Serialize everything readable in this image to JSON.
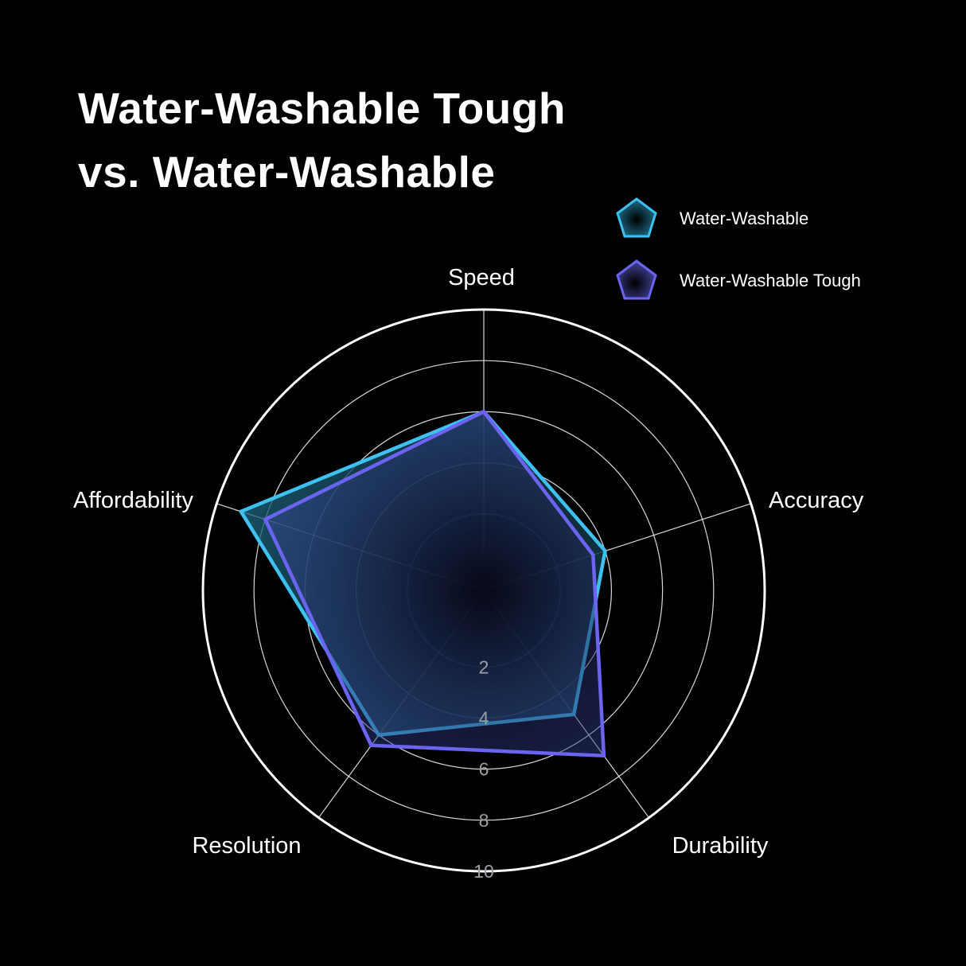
{
  "title": {
    "line1": "Water-Washable Tough",
    "line2": "vs. Water-Washable"
  },
  "legend": [
    {
      "label": "Water-Washable",
      "color": "#3fc1f0",
      "icon": "pentagon-icon"
    },
    {
      "label": "Water-Washable Tough",
      "color": "#6a64f0",
      "icon": "pentagon-icon"
    }
  ],
  "chart_data": {
    "type": "radar",
    "title": "Water-Washable Tough vs. Water-Washable",
    "categories": [
      "Speed",
      "Accuracy",
      "Durability",
      "Resolution",
      "Affordability"
    ],
    "series": [
      {
        "name": "Water-Washable",
        "color": "#3fc1f0",
        "values": [
          6,
          4,
          5,
          6,
          9
        ]
      },
      {
        "name": "Water-Washable Tough",
        "color": "#6a64f0",
        "values": [
          6,
          3.5,
          7,
          6.5,
          8
        ]
      }
    ],
    "radial_range": [
      -1,
      10
    ],
    "radial_ticks": [
      2,
      4,
      6,
      8,
      10
    ],
    "radial_tick_labels": [
      "2",
      "4",
      "6",
      "8",
      "10"
    ],
    "grid": true,
    "legend_position": "top-right",
    "background": "#000000"
  }
}
